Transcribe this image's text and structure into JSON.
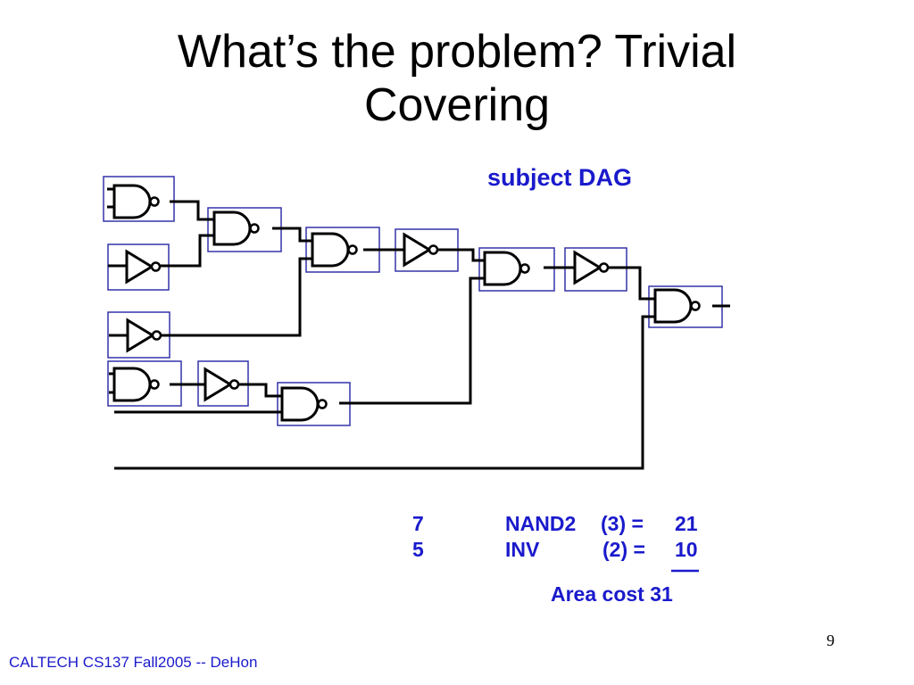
{
  "slide": {
    "title_line1": "What’s the problem? Trivial",
    "title_line2": "Covering",
    "subject_label": "subject DAG",
    "page_number": "9",
    "footer": "CALTECH CS137 Fall2005 -- DeHon"
  },
  "cost_table": {
    "rows": [
      {
        "count": "7",
        "gate": "NAND2",
        "unit": "(3) =",
        "total": "21"
      },
      {
        "count": "5",
        "gate": "INV",
        "unit": "(2) =",
        "total": "10"
      }
    ],
    "area_cost": "Area cost 31"
  },
  "colors": {
    "accent": "#1a1acc",
    "wire": "#000000",
    "cover_box": "#3333aa"
  }
}
